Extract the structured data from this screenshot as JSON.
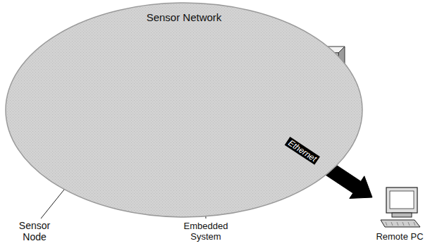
{
  "diagram": {
    "nodes": [
      {
        "text": [
          "Sensor Network"
        ]
      },
      {
        "text": [
          "Embedded System"
        ],
        "in": 0
      },
      {
        "text": [
          "Remote PC"
        ]
      }
    ],
    "edges": [
      {
        "from": 1,
        "to": 2,
        "label": "Ethernet",
        "arrow": "both"
      }
    ],
    "labels": [
      "Sensor Node"
    ]
  }
}
